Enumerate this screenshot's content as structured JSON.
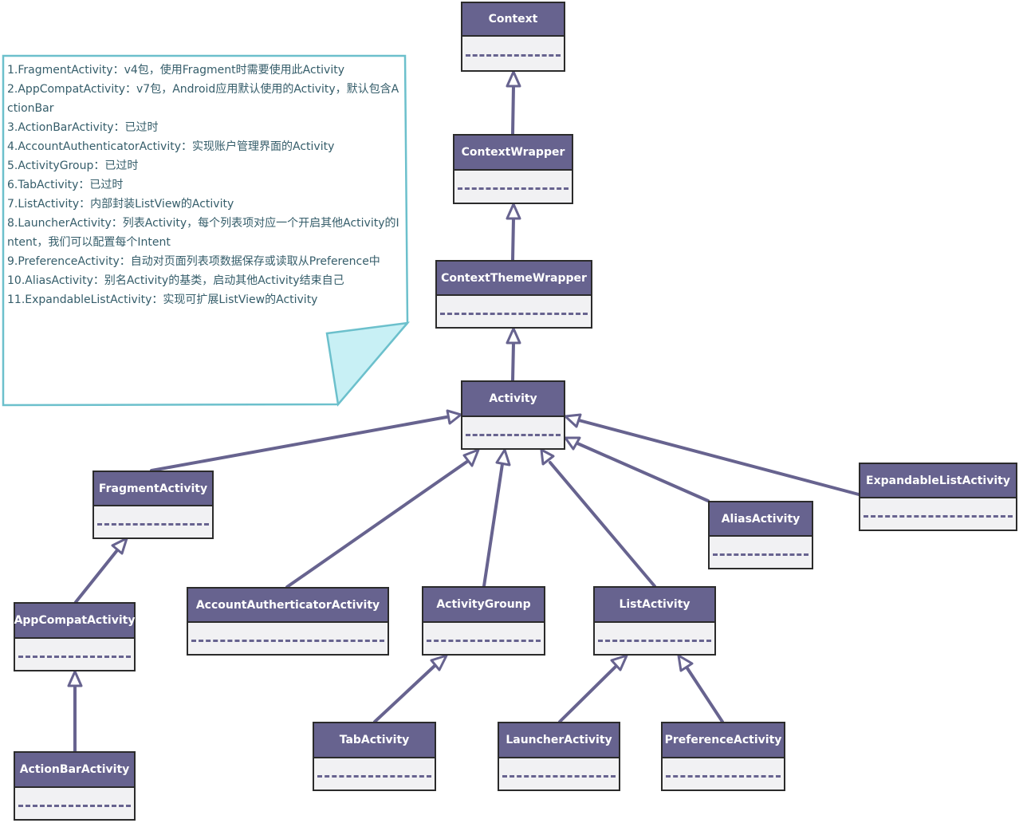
{
  "note": {
    "lines": [
      "1.FragmentActivity：v4包，使用Fragment时需要使用此Activity",
      "2.AppCompatActivity：v7包，Android应用默认使用的Activity，默认包含ActionBar",
      "3.ActionBarActivity：已过时",
      "4.AccountAuthenticatorActivity：实现账户管理界面的Activity",
      "5.ActivityGroup：已过时",
      "6.TabActivity：已过时",
      "7.ListActivity：内部封装ListView的Activity",
      "8.LauncherActivity：列表Activity，每个列表项对应一个开启其他Activity的Intent，我们可以配置每个Intent",
      "9.PreferenceActivity：自动对页面列表项数据保存或读取从Preference中",
      "10.AliasActivity：别名Activity的基类，启动其他Activity结束自己",
      "11.ExpandableListActivity：实现可扩展ListView的Activity"
    ]
  },
  "classes": {
    "context": "Context",
    "context_wrapper": "ContextWrapper",
    "context_theme_wrapper": "ContextThemeWrapper",
    "activity": "Activity",
    "fragment_activity": "FragmentActivity",
    "app_compat_activity": "AppCompatActivity",
    "action_bar_activity": "ActionBarActivity",
    "account_authenticator_activity": "AccountAutherticatorActivity",
    "activity_group": "ActivityGrounp",
    "list_activity": "ListActivity",
    "alias_activity": "AliasActivity",
    "expandable_list_activity": "ExpandableListActivity",
    "tab_activity": "TabActivity",
    "launcher_activity": "LauncherActivity",
    "preference_activity": "PreferenceActivity"
  },
  "colors": {
    "header_fill": "#67638f",
    "line": "#67638f",
    "note_border": "#6cc0cc",
    "note_fold": "#c8f0f5",
    "text": "#355d6a"
  }
}
